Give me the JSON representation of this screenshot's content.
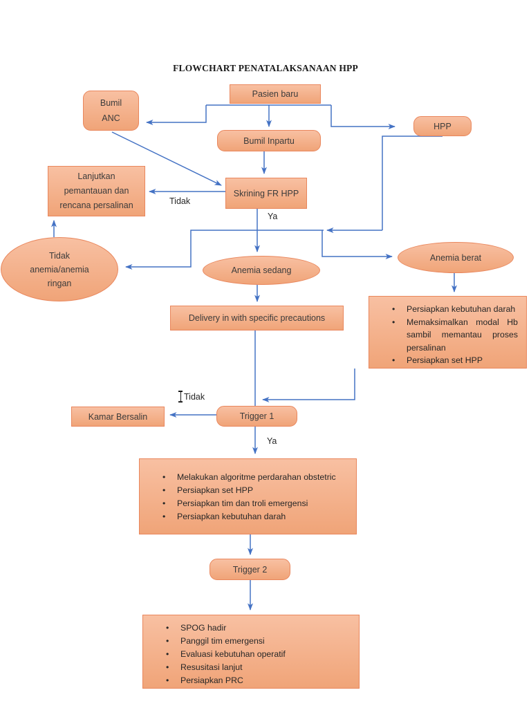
{
  "title": "FLOWCHART PENATALAKSANAAN HPP",
  "colors": {
    "node_fill_top": "#F8C0A2",
    "node_fill_bottom": "#F0A478",
    "node_border": "#E9865C",
    "arrow": "#4472C4",
    "text": "#3B3B3B",
    "page_bg": "#FFFFFF"
  },
  "nodes": {
    "pasien_baru": {
      "label": "Pasien baru"
    },
    "bumil_anc": {
      "lines": [
        "Bumil",
        "ANC"
      ]
    },
    "hpp": {
      "label": "HPP"
    },
    "bumil_inpartu": {
      "label": "Bumil Inpartu"
    },
    "lanjutkan": {
      "lines": [
        "Lanjutkan",
        "pemantauan dan",
        "rencana persalinan"
      ]
    },
    "skrining": {
      "label": "Skrining FR HPP"
    },
    "tidak_anemia": {
      "lines": [
        "Tidak",
        "anemia/anemia",
        "ringan"
      ]
    },
    "anemia_sedang": {
      "label": "Anemia sedang"
    },
    "anemia_berat": {
      "label": "Anemia berat"
    },
    "delivery": {
      "label": "Delivery in with specific precautions"
    },
    "persiapan_anemia_berat": {
      "items": [
        "Persiapkan kebutuhan darah",
        "Memaksimalkan modal Hb sambil memantau proses persalinan",
        "Persiapkan set HPP"
      ]
    },
    "kamar_bersalin": {
      "label": "Kamar Bersalin"
    },
    "trigger_1": {
      "label": "Trigger 1"
    },
    "tindakan_trigger_1": {
      "items": [
        "Melakukan algoritme perdarahan obstetric",
        "Persiapkan set HPP",
        "Persiapkan tim dan troli emergensi",
        "Persiapkan kebutuhan darah"
      ]
    },
    "trigger_2": {
      "label": "Trigger 2"
    },
    "tindakan_trigger_2": {
      "items": [
        "SPOG hadir",
        "Panggil tim emergensi",
        "Evaluasi kebutuhan operatif",
        "Resusitasi lanjut",
        "Persiapkan PRC"
      ]
    }
  },
  "edge_labels": {
    "skrining_tidak": "Tidak",
    "skrining_ya": "Ya",
    "trigger1_tidak": "Tidak",
    "trigger1_ya": "Ya"
  }
}
